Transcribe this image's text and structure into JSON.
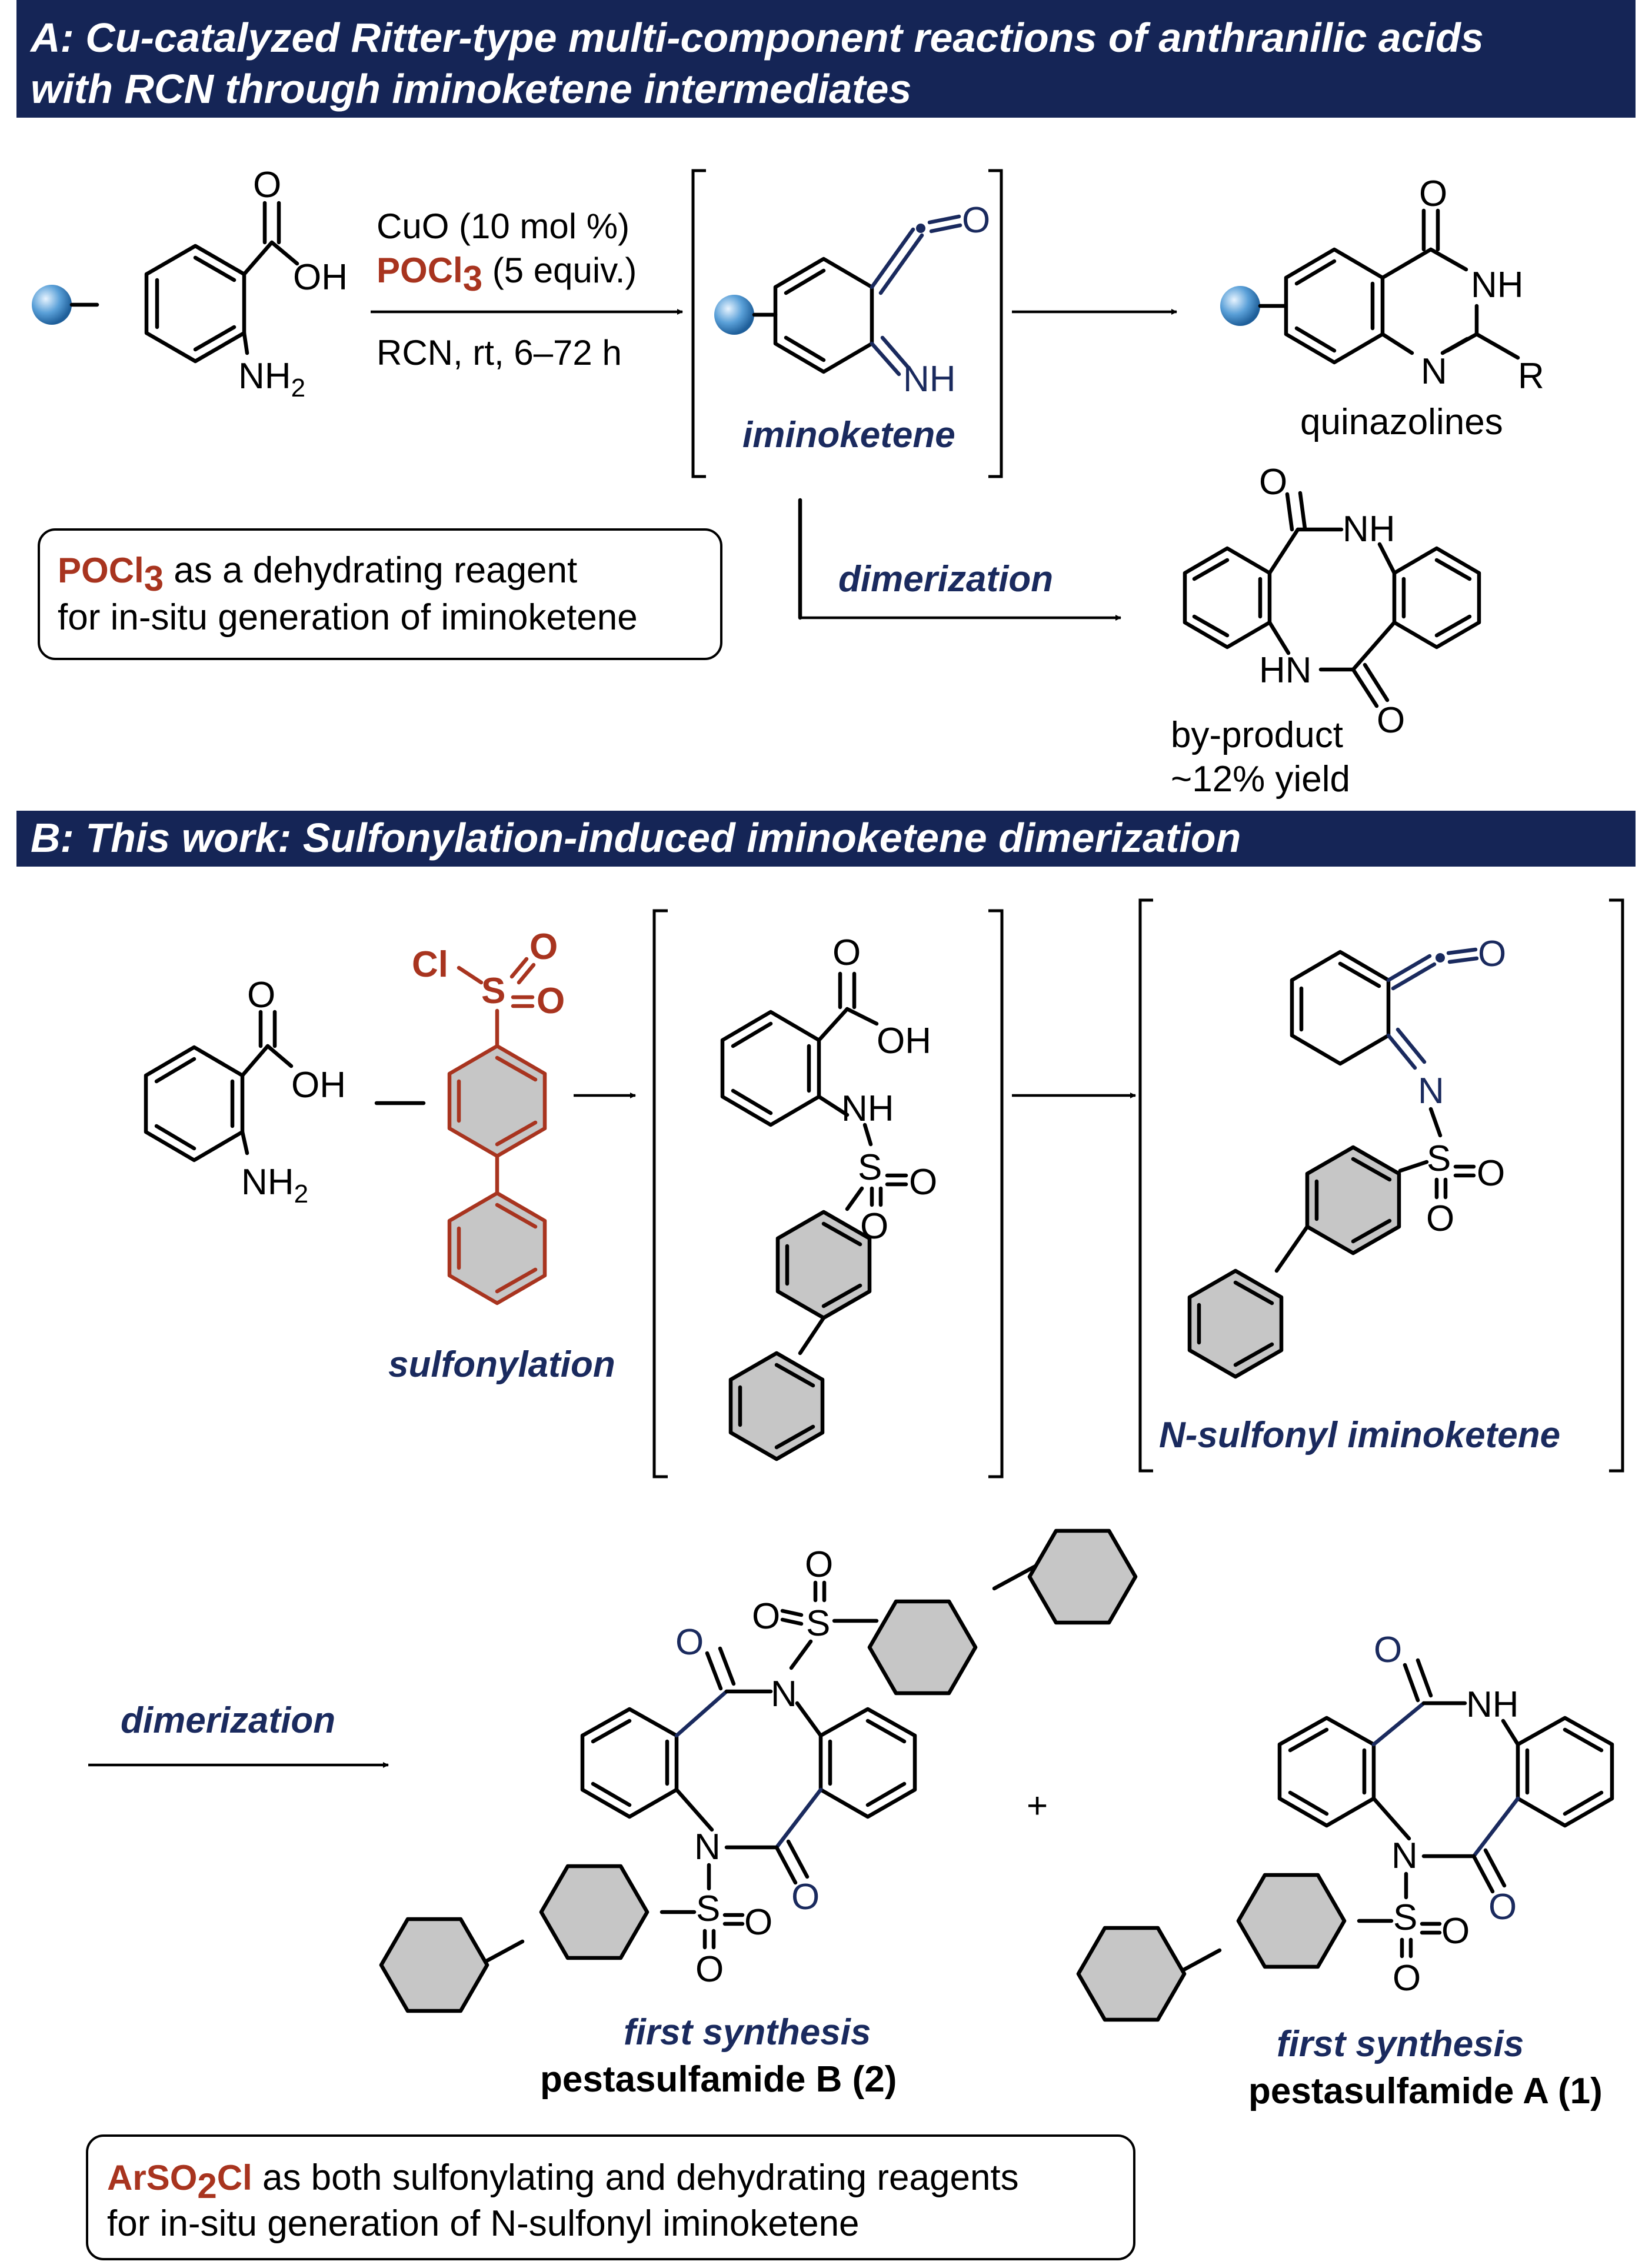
{
  "panel_a": {
    "title_line1": "A: Cu-catalyzed Ritter-type multi-component reactions of anthranilic acids",
    "title_line2": "with RCN  through iminoketene intermediates",
    "reagent_line1": "CuO (10 mol %)",
    "reagent_poc": "POCl",
    "reagent_poc_sub": "3",
    "reagent_equiv": " (5 equiv.)",
    "conditions": "RCN, rt, 6–72 h",
    "intermediate_label": "iminoketene",
    "product_label": "quinazolines",
    "dimerization_label": "dimerization",
    "byproduct_label": "by-product",
    "byproduct_yield": "~12% yield",
    "note_poc": "POCl",
    "note_poc_sub": "3",
    "note_line1_rest": " as a dehydrating reagent",
    "note_line2": "for in-situ generation of iminoketene"
  },
  "panel_b": {
    "title": "B: This work: Sulfonylation-induced iminoketene dimerization",
    "sulfonylation_label": "sulfonylation",
    "intermediate_label": "N-sulfonyl iminoketene",
    "dimerization_label": "dimerization",
    "plus": "+",
    "product2_tag": "first synthesis",
    "product2_name": "pestasulfamide B (2)",
    "product1_tag": "first synthesis",
    "product1_name": "pestasulfamide A (1)",
    "note_ar": "ArSO",
    "note_ar_sub": "2",
    "note_ar_cl": "Cl",
    "note_line1_rest": " as both sulfonylating and dehydrating reagents",
    "note_line2": "for in-situ generation of N-sulfonyl iminoketene"
  },
  "atoms": {
    "O": "O",
    "OH": "OH",
    "NH": "NH",
    "NH2": "NH",
    "sub2": "2",
    "N": "N",
    "R": "R",
    "HN": "HN",
    "S": "S",
    "Cl": "Cl"
  },
  "colors": {
    "banner": "#152556",
    "navy": "#1a2a5e",
    "red": "#a8341f",
    "ring_fill": "#c6c6c6"
  }
}
